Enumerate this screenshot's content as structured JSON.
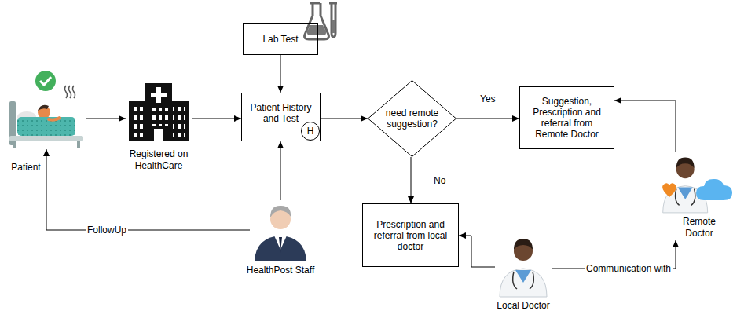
{
  "diagram": {
    "nodes": [
      {
        "text": [
          "Patient"
        ]
      },
      {
        "text": [
          "Registered on HealthCare"
        ]
      },
      {
        "text": [
          "Lab Test"
        ]
      },
      {
        "text": [
          "Patient History and Test"
        ]
      },
      {
        "text": [
          "H"
        ],
        "in": 3
      },
      {
        "text": [
          "need remote suggestion?"
        ]
      },
      {
        "text": [
          "Suggestion, Prescription and referral from Remote Doctor"
        ]
      },
      {
        "text": [
          "Prescription and referral from local doctor"
        ]
      },
      {
        "text": [
          "HealthPost Staff"
        ]
      },
      {
        "text": [
          "Local Doctor"
        ]
      },
      {
        "text": [
          "Remote Doctor"
        ]
      }
    ],
    "edges": [
      {
        "from": 0,
        "to": 1,
        "arrow": "to"
      },
      {
        "from": 1,
        "to": 3,
        "arrow": "to"
      },
      {
        "from": 2,
        "to": 3,
        "arrow": "to"
      },
      {
        "from": 8,
        "to": 3,
        "arrow": "to"
      },
      {
        "from": 8,
        "to": 0,
        "label": "FollowUp",
        "arrow": "to"
      },
      {
        "from": 3,
        "to": 5,
        "arrow": "to"
      },
      {
        "from": 5,
        "to": 6,
        "label": "Yes",
        "arrow": "to"
      },
      {
        "from": 5,
        "to": 7,
        "label": "No",
        "arrow": "to"
      },
      {
        "from": 9,
        "to": 7,
        "arrow": "to"
      },
      {
        "from": 9,
        "to": 10,
        "label": "Communication with",
        "arrow": "to"
      },
      {
        "from": 10,
        "to": 6,
        "arrow": "to"
      }
    ]
  }
}
